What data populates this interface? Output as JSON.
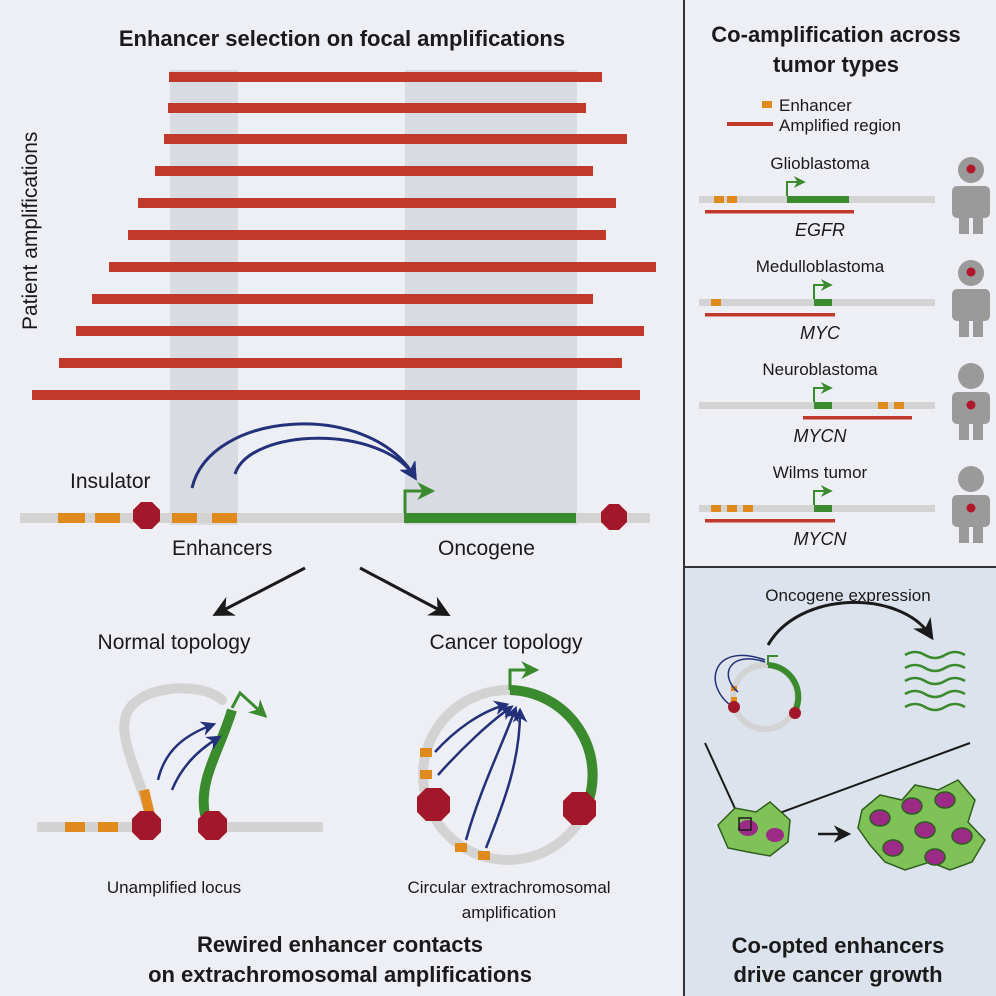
{
  "left": {
    "title": "Enhancer selection on focal amplifications",
    "y_axis_label": "Patient amplifications",
    "insulator_label": "Insulator",
    "enhancers_label": "Enhancers",
    "oncogene_label": "Oncogene",
    "normal_topology": "Normal topology",
    "cancer_topology": "Cancer topology",
    "unamplified": "Unamplified locus",
    "circular_line1": "Circular extrachromosomal",
    "circular_line2": "amplification",
    "bottom_title_line1": "Rewired enhancer contacts",
    "bottom_title_line2": "on extrachromosomal amplifications"
  },
  "right_top": {
    "title_line1": "Co-amplification across",
    "title_line2": "tumor types",
    "legend_enhancer": "Enhancer",
    "legend_amplified": "Amplified region",
    "tumors": [
      {
        "name": "Glioblastoma",
        "gene": "EGFR",
        "site": "head"
      },
      {
        "name": "Medulloblastoma",
        "gene": "MYC",
        "site": "head"
      },
      {
        "name": "Neuroblastoma",
        "gene": "MYCN",
        "site": "torso"
      },
      {
        "name": "Wilms tumor",
        "gene": "MYCN",
        "site": "torso"
      }
    ]
  },
  "right_bottom": {
    "expression_label": "Oncogene expression",
    "title_line1": "Co-opted enhancers",
    "title_line2": "drive cancer growth"
  },
  "colors": {
    "amplification": "#c0392b",
    "enhancer": "#e08a1e",
    "oncogene": "#3a8a2e",
    "insulator": "#a3172a",
    "arrow": "#23307a",
    "chromatin": "#d9d9d9",
    "panel_bg": "#eeeff4",
    "side_panel_bg": "#dde3ec"
  }
}
